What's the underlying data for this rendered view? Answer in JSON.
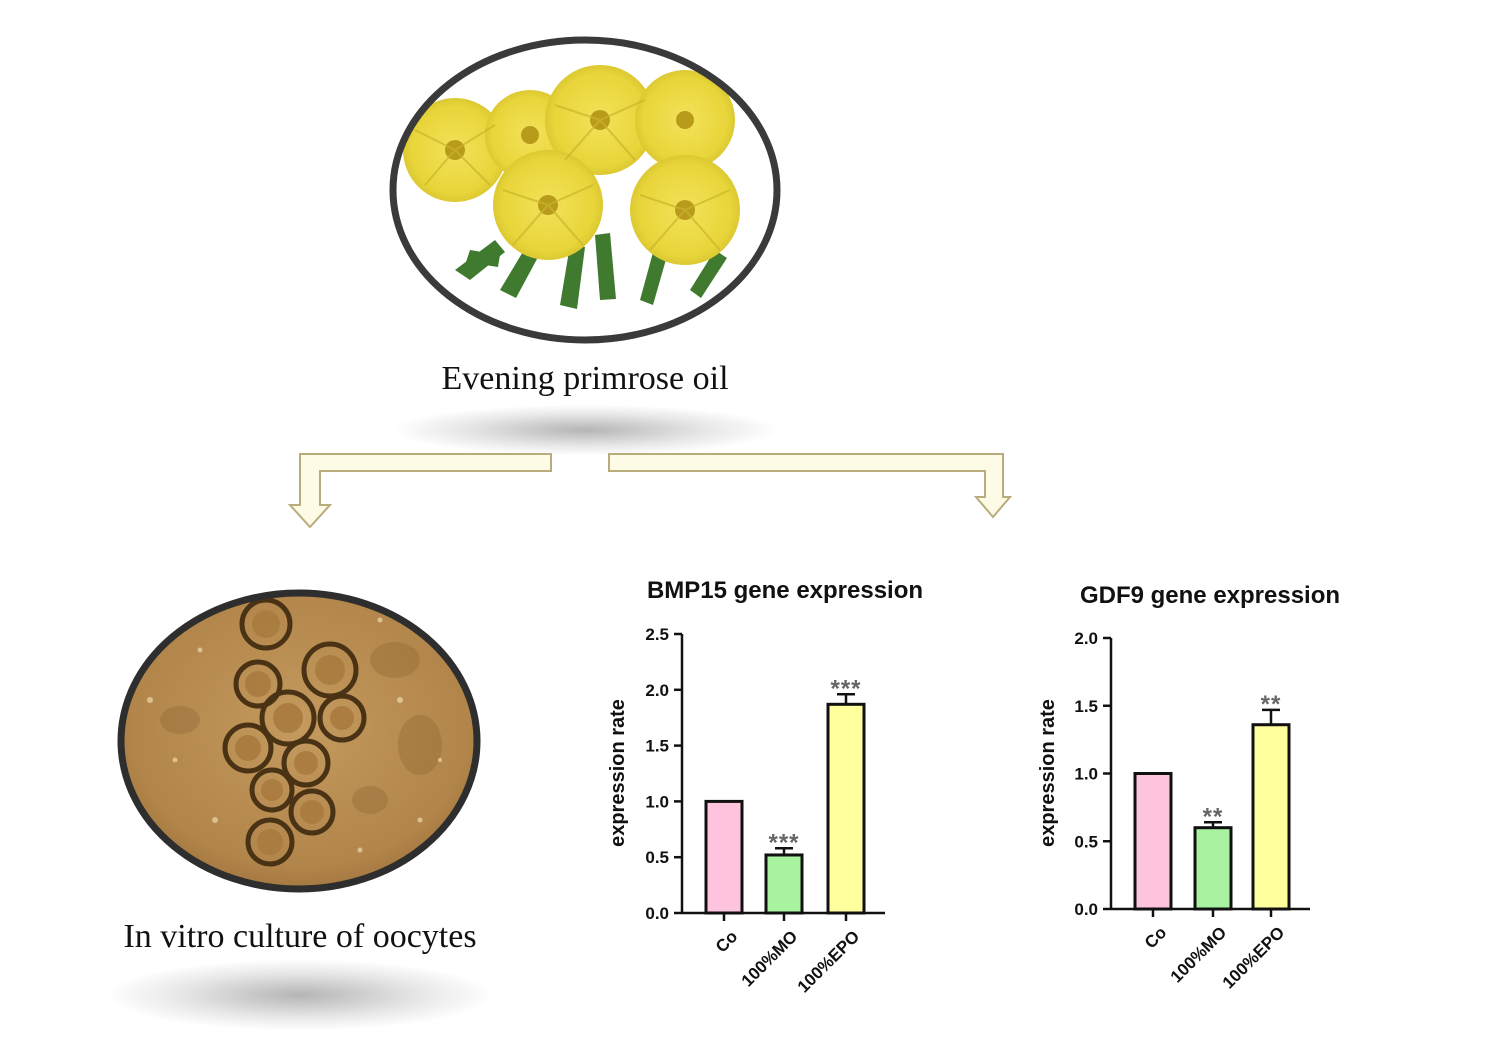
{
  "labels": {
    "top": "Evening primrose oil",
    "bottom_left": "In vitro culture of oocytes"
  },
  "colors": {
    "co": "#ffc4dd",
    "mo": "#a8f2a0",
    "epo": "#ffff9e",
    "arrow_fill": "#fdfbe6",
    "arrow_stroke": "#b9ac7c"
  },
  "chart_data": [
    {
      "type": "bar",
      "title": "BMP15 gene expression",
      "ylabel": "expression rate",
      "ylim": [
        0,
        2.5
      ],
      "yticks": [
        "0.0",
        "0.5",
        "1.0",
        "1.5",
        "2.0",
        "2.5"
      ],
      "categories": [
        "Co",
        "100%MO",
        "100%EPO"
      ],
      "values": [
        1.0,
        0.52,
        1.87
      ],
      "errors": [
        0,
        0.06,
        0.09
      ],
      "significance": [
        "",
        "***",
        "***"
      ]
    },
    {
      "type": "bar",
      "title": "GDF9 gene expression",
      "ylabel": "expression rate",
      "ylim": [
        0,
        2.0
      ],
      "yticks": [
        "0.0",
        "0.5",
        "1.0",
        "1.5",
        "2.0"
      ],
      "categories": [
        "Co",
        "100%MO",
        "100%EPO"
      ],
      "values": [
        1.0,
        0.6,
        1.36
      ],
      "errors": [
        0,
        0.04,
        0.11
      ],
      "significance": [
        "",
        "**",
        "**"
      ]
    }
  ]
}
